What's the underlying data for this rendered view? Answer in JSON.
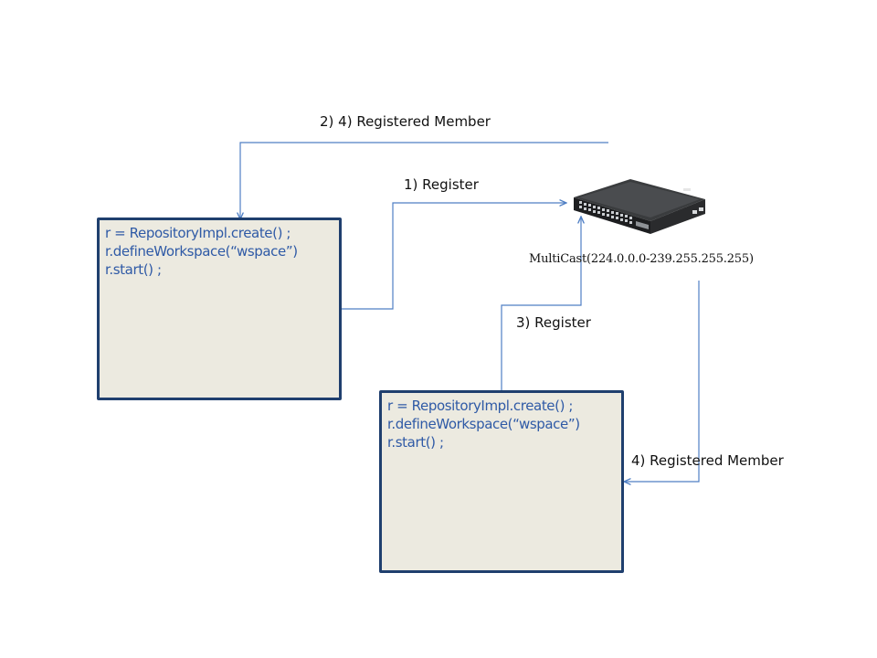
{
  "labels": {
    "top_registered": "2) 4)  Registered Member",
    "register_1": "1) Register",
    "register_3": "3) Register",
    "registered_4": "4) Registered Member",
    "multicast": "MultiCast(224.0.0.0-239.255.255.255)"
  },
  "code_box_1": {
    "lines": [
      "r = RepositoryImpl.create() ;",
      "r.defineWorkspace(“wspace”)",
      "r.start() ;"
    ]
  },
  "code_box_2": {
    "lines": [
      "r = RepositoryImpl.create() ;",
      "r.defineWorkspace(“wspace”)",
      "r.start() ;"
    ]
  },
  "colors": {
    "connector": "#4f7fc4",
    "box_border": "#1f3f6e",
    "box_fill": "#eceae0",
    "code_text": "#2f5aa6"
  }
}
